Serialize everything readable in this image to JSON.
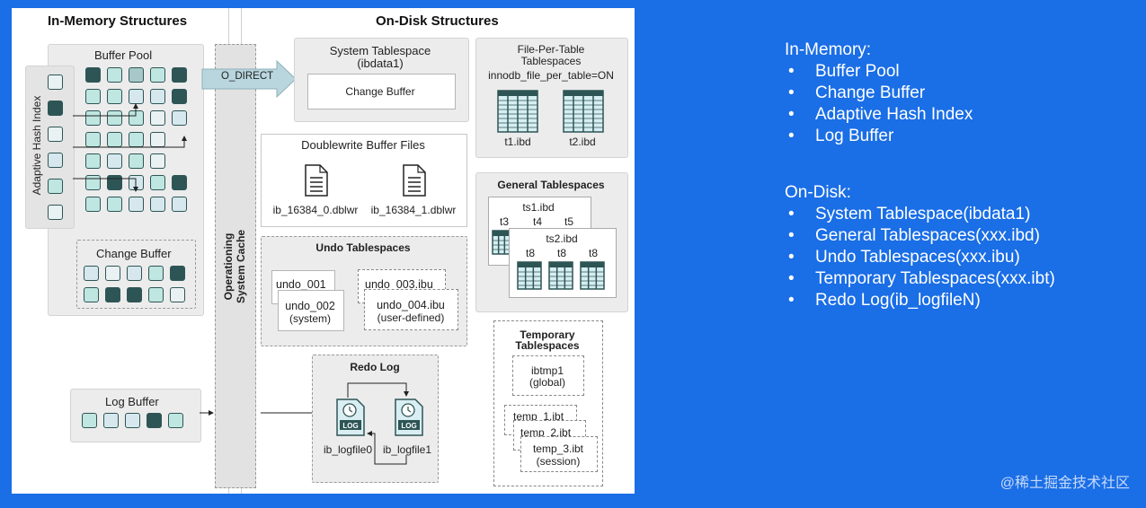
{
  "diagram": {
    "in_memory_title": "In-Memory Structures",
    "on_disk_title": "On-Disk Structures",
    "buffer_pool": "Buffer Pool",
    "adaptive_hash_index": "Adaptive Hash Index",
    "change_buffer_mem": "Change Buffer",
    "log_buffer": "Log Buffer",
    "o_direct": "O_DIRECT",
    "os_cache": "Operationing System Cache",
    "system_tablespace": "System Tablespace",
    "system_tablespace_file": "(ibdata1)",
    "change_buffer_disk": "Change Buffer",
    "file_per_table_title": "File-Per-Table",
    "file_per_table_title2": "Tablespaces",
    "innodb_file_per_table": "innodb_file_per_table=ON",
    "t1": "t1.ibd",
    "t2": "t2.ibd",
    "doublewrite_title": "Doublewrite Buffer Files",
    "dblwr0": "ib_16384_0.dblwr",
    "dblwr1": "ib_16384_1.dblwr",
    "general_title": "General Tablespaces",
    "ts1": "ts1.ibd",
    "t3": "t3",
    "t4": "t4",
    "t5": "t5",
    "ts2": "ts2.ibd",
    "t8": "t8",
    "undo_title": "Undo Tablespaces",
    "undo_001": "undo_001",
    "undo_002": "undo_002",
    "undo_system": "(system)",
    "undo_003": "undo_003.ibu",
    "undo_004": "undo_004.ibu",
    "undo_user": "(user-defined)",
    "temp_title": "Temporary",
    "temp_title2": "Tablespaces",
    "ibtmp1": "ibtmp1",
    "global": "(global)",
    "temp1": "temp_1.ibt",
    "temp2": "temp_2.ibt",
    "temp3": "temp_3.ibt",
    "session": "(session)",
    "redo_title": "Redo Log",
    "log_icon": "LOG",
    "logfile0": "ib_logfile0",
    "logfile1": "ib_logfile1",
    "colors": {
      "teal_light": "#bfe6e0",
      "blue_light": "#d6e8ee",
      "dark": "#2e5555",
      "background": "#1a6ee6"
    }
  },
  "notes": {
    "in_memory_header": "In-Memory:",
    "in_memory_items": [
      "Buffer Pool",
      "Change Buffer",
      "Adaptive Hash Index",
      "Log Buffer"
    ],
    "on_disk_header": "On-Disk:",
    "on_disk_items": [
      "System Tablespace(ibdata1)",
      "General Tablespaces(xxx.ibd)",
      "Undo Tablespaces(xxx.ibu)",
      "Temporary Tablespaces(xxx.ibt)",
      "Redo Log(ib_logfileN)"
    ]
  },
  "watermark": "@稀土掘金技术社区"
}
